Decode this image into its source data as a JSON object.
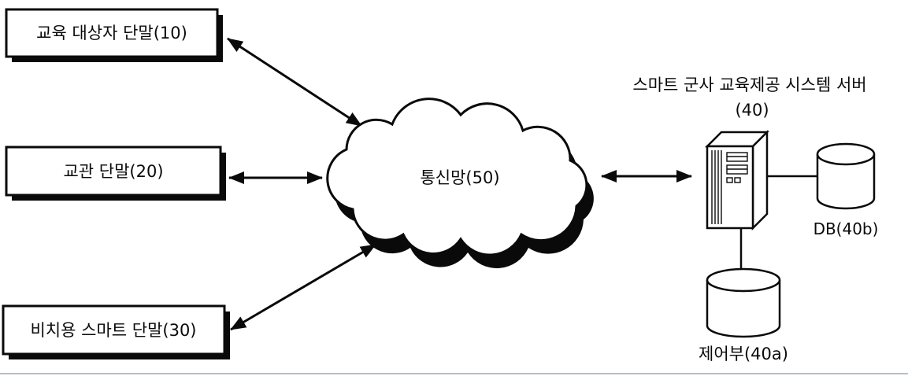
{
  "diagram": {
    "boxes": {
      "terminal10": "교육 대상자 단말(10)",
      "terminal20": "교관 단말(20)",
      "terminal30": "비치용 스마트 단말(30)"
    },
    "cloud": {
      "label": "통신망(50)"
    },
    "server": {
      "title": "스마트 군사 교육제공 시스템 서버",
      "ref": "(40)"
    },
    "db": {
      "label": "DB(40b)"
    },
    "controller": {
      "label": "제어부(40a)"
    },
    "colors": {
      "line": "#0a0a0a",
      "fill": "#ffffff",
      "bottom_rule": "#b7bec6"
    }
  }
}
